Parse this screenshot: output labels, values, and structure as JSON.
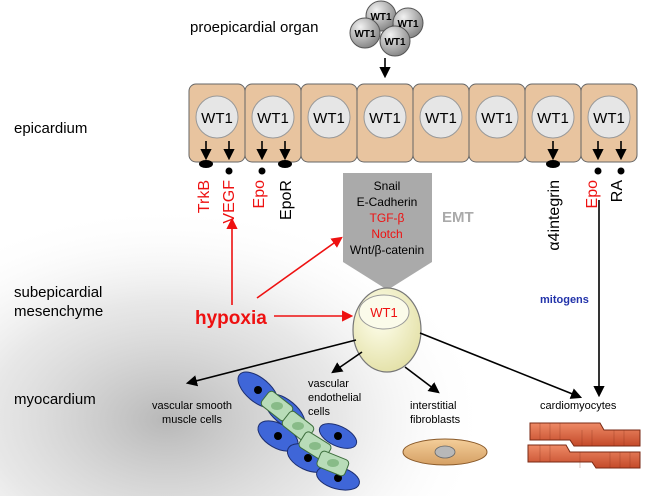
{
  "region_labels": {
    "proepicardial_organ": "proepicardial organ",
    "epicardium": "epicardium",
    "subepicardial_line1": "subepicardial",
    "subepicardial_line2": "mesenchyme",
    "myocardium": "myocardium"
  },
  "wt1_label": "WT1",
  "receptor_labels": {
    "trkb": "TrkB",
    "vegf": "VEGF",
    "epo_left": "Epo",
    "epor": "EpoR",
    "a4integrin": "α4integrin",
    "epo_right": "Epo",
    "ra": "RA"
  },
  "emt_box": {
    "lines": [
      "Snail",
      "E-Cadherin",
      "TGF-β",
      "Notch",
      "Wnt/β-catenin"
    ],
    "emt_label": "EMT"
  },
  "hypoxia": "hypoxia",
  "mitogens": "mitogens",
  "cell_types": {
    "vsmc_line1": "vascular smooth",
    "vsmc_line2": "muscle cells",
    "vec_line1": "vascular",
    "vec_line2": "endothelial",
    "vec_line3": "cells",
    "fib_line1": "interstitial",
    "fib_line2": "fibroblasts",
    "cardio": "cardiomyocytes"
  },
  "colors": {
    "cell_fill": "#e8c49f",
    "nucleus_fill": "#e6e6e6",
    "red": "#ee1111",
    "emt_gray": "#aaaaaa",
    "mitogens_blue": "#2233aa",
    "endothelial_green": "#b8dcb8",
    "smooth_muscle_blue": "#3f66d8",
    "cardio_red": "#d85a38"
  }
}
